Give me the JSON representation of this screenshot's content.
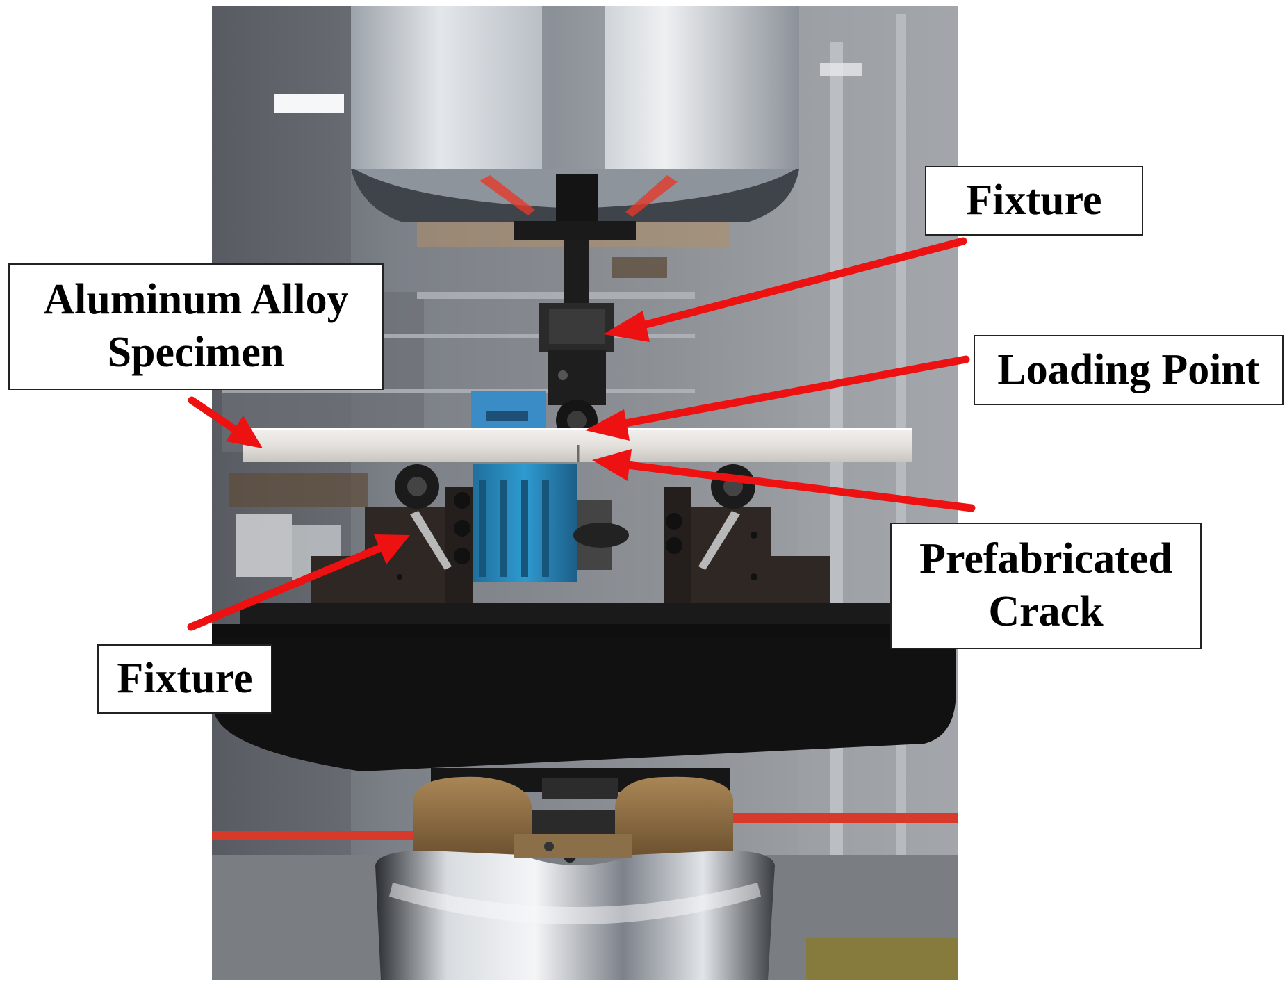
{
  "figure": {
    "labels": {
      "fixture_top": "Fixture",
      "aluminum_line1": "Aluminum Alloy",
      "aluminum_line2": "Specimen",
      "loading_point": "Loading Point",
      "crack_line1": "Prefabricated",
      "crack_line2": "Crack",
      "fixture_bottom": "Fixture"
    },
    "colors": {
      "arrow": "#ee1111",
      "label_border": "#222222",
      "label_background": "#ffffff",
      "specimen": "#e6e3df",
      "fixture_dark": "#2e2724",
      "beam_black": "#111111",
      "steel_chrome": "#c9ccd0",
      "blue_equipment": "#2a8fc4",
      "bronze_disc": "#8a6a3c"
    }
  }
}
